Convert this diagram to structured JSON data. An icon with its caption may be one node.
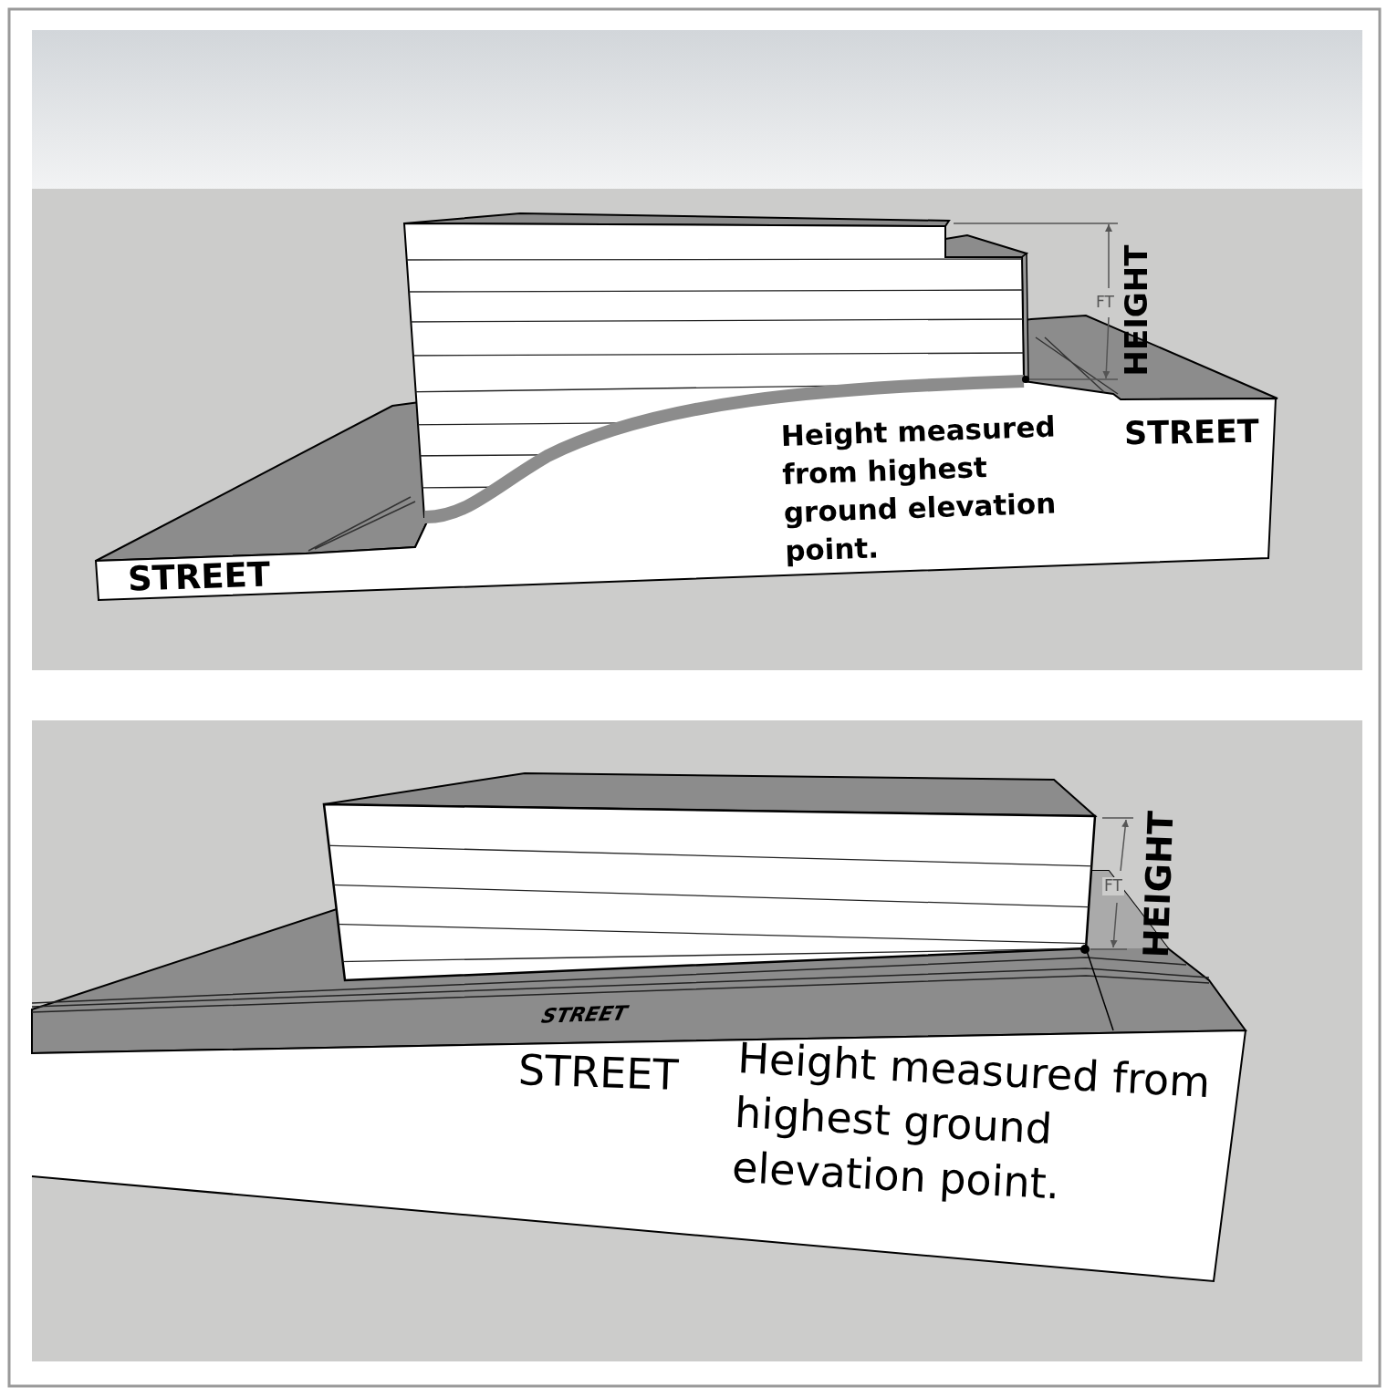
{
  "diagram": {
    "labels": [
      "FT",
      "HEIGHT",
      "Height measured from highest ground elevation point.",
      "STREET",
      "STREET",
      "FT",
      "HEIGHT",
      "STREET",
      "STREET",
      "Height measured from highest ground elevation point."
    ]
  }
}
